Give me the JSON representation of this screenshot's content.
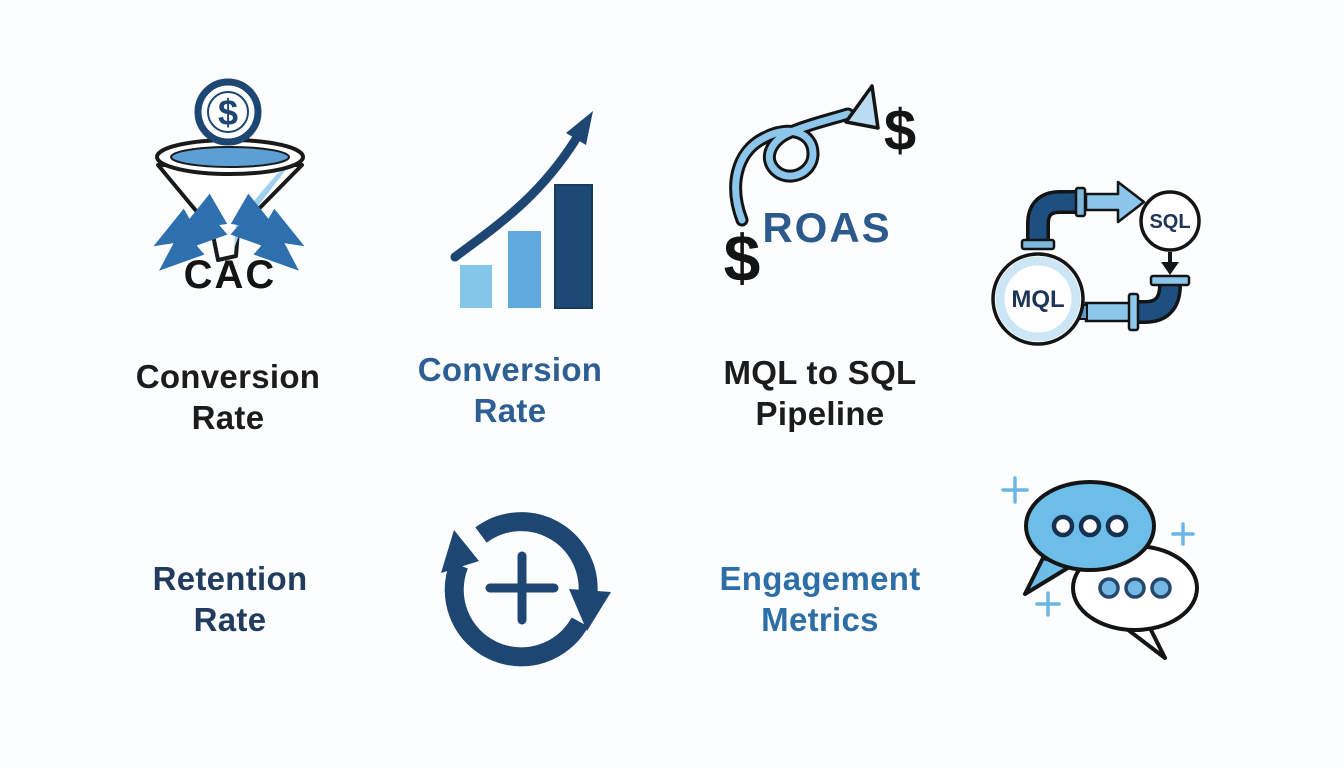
{
  "palette": {
    "navy": "#1e4673",
    "dark_bar": "#1d4976",
    "medium_blue": "#2e6fad",
    "sky_blue": "#5b9fd4",
    "light_blue": "#7fc3e8",
    "pale_blue": "#cde6f5",
    "ink": "#141414",
    "label_black": "#1c1c1c",
    "label_blue": "#2d5f94",
    "label_navy": "#223c5e",
    "label_engagement": "#2e6ea6",
    "background": "#fcfdfe"
  },
  "icons": {
    "funnel": {
      "caption": "CAC",
      "coin_symbol": "$"
    },
    "roas": {
      "label": "ROAS",
      "dollar_left": "$",
      "dollar_right": "$"
    },
    "pipeline": {
      "source": "MQL",
      "target": "SQL"
    }
  },
  "labels": {
    "conversion_rate_black": {
      "line1": "Conversion",
      "line2": "Rate"
    },
    "conversion_rate_blue": {
      "line1": "Conversion",
      "line2": "Rate"
    },
    "mql_to_sql": {
      "line1": "MQL to SQL",
      "line2": "Pipeline"
    },
    "retention_rate": {
      "line1": "Retention",
      "line2": "Rate"
    },
    "engagement_metrics": {
      "line1": "Engagement",
      "line2": "Metrics"
    }
  }
}
